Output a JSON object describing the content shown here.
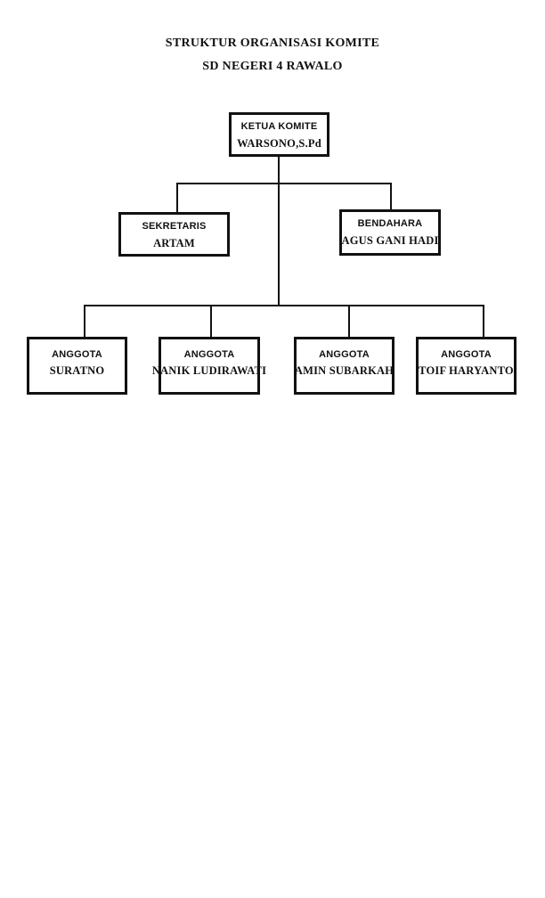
{
  "page": {
    "title_line1": "STRUKTUR ORGANISASI KOMITE",
    "title_line2": "SD NEGERI 4 RAWALO"
  },
  "org_chart": {
    "root": {
      "role": "KETUA KOMITE",
      "name": "WARSONO,S.Pd"
    },
    "officers": [
      {
        "role": "SEKRETARIS",
        "name": "ARTAM"
      },
      {
        "role": "BENDAHARA",
        "name": "AGUS GANI HADI"
      }
    ],
    "members": [
      {
        "role": "ANGGOTA",
        "name": "SURATNO"
      },
      {
        "role": "ANGGOTA",
        "name": "NANIK LUDIRAWATI"
      },
      {
        "role": "ANGGOTA",
        "name": "AMIN SUBARKAH"
      },
      {
        "role": "ANGGOTA",
        "name": "TOIF HARYANTO"
      }
    ],
    "colors": {
      "background": "#ffffff",
      "box_border": "#111111",
      "connector_line": "#111111",
      "text": "#111111"
    }
  }
}
